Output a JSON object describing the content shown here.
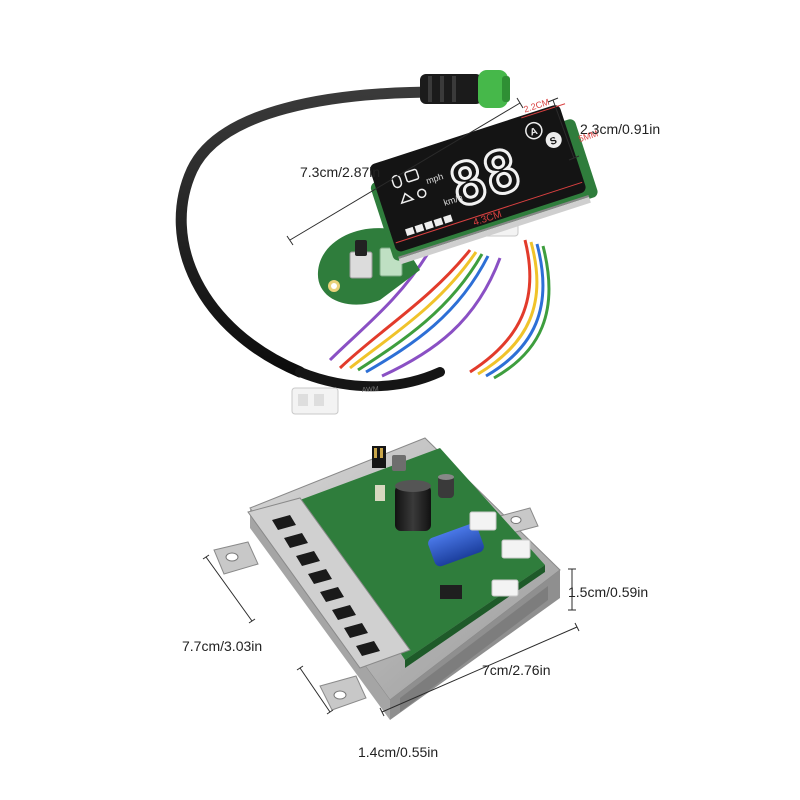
{
  "dimensions": {
    "display_length": "7.3cm/2.87in",
    "display_height": "2.3cm/0.91in",
    "controller_length": "7.7cm/3.03in",
    "controller_width": "7cm/2.76in",
    "controller_height": "1.5cm/0.59in",
    "mount_hole": "1.4cm/0.55in"
  },
  "display_panel": {
    "speed_digits": "88",
    "unit_mph": "mph",
    "unit_kmh": "km/h",
    "letter_a": "A",
    "letter_s": "S",
    "inner_height_mark": "2.2CM",
    "inner_width_mark": "4.3CM",
    "inner_depth_mark": "5MM"
  },
  "cable_print": "AWM",
  "colors": {
    "pcb_green": "#2f7d3c",
    "display_black": "#141414",
    "led_segment": "#f2f2f2",
    "heatsink_silver": "#b8b8b8",
    "capacitor_blue": "#2a55c9",
    "dimension_line": "#2b2b2b",
    "text_red": "#d94040"
  }
}
